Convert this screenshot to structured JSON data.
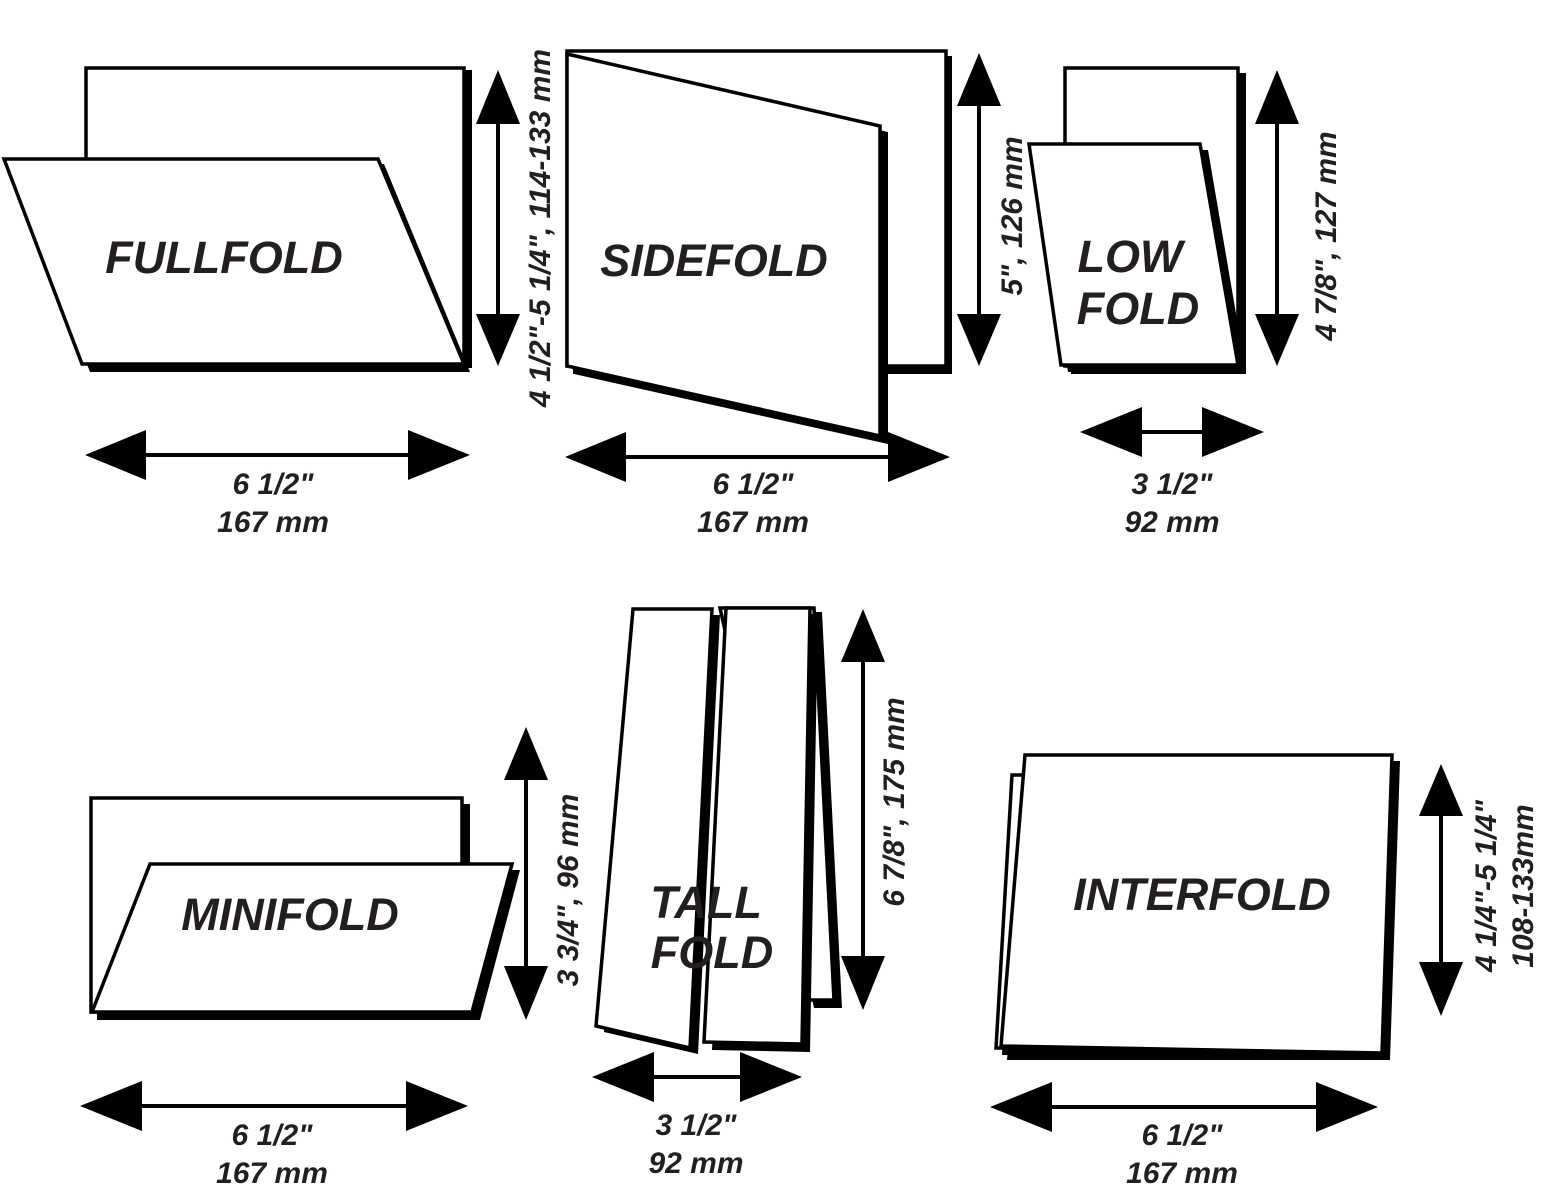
{
  "colors": {
    "ink": "#231f20",
    "paper": "#ffffff"
  },
  "folds": {
    "fullfold": {
      "name": "FULLFOLD",
      "width_in": "6 1/2\"",
      "width_mm": "167 mm",
      "height": "4 1/2\"-5 1/4\", 114-133 mm"
    },
    "sidefold": {
      "name": "SIDEFOLD",
      "width_in": "6 1/2\"",
      "width_mm": "167 mm",
      "height": "5\", 126 mm"
    },
    "lowfold": {
      "name_line1": "LOW",
      "name_line2": "FOLD",
      "width_in": "3 1/2\"",
      "width_mm": "92 mm",
      "height": "4 7/8\", 127 mm"
    },
    "minifold": {
      "name": "MINIFOLD",
      "width_in": "6 1/2\"",
      "width_mm": "167 mm",
      "height": "3 3/4\", 96 mm"
    },
    "tallfold": {
      "name_line1": "TALL",
      "name_line2": "FOLD",
      "width_in": "3 1/2\"",
      "width_mm": "92 mm",
      "height": "6 7/8\", 175 mm"
    },
    "interfold": {
      "name": "INTERFOLD",
      "width_in": "6 1/2\"",
      "width_mm": "167 mm",
      "height_line1": "4 1/4\"-5 1/4\"",
      "height_line2": "108-133mm"
    }
  }
}
